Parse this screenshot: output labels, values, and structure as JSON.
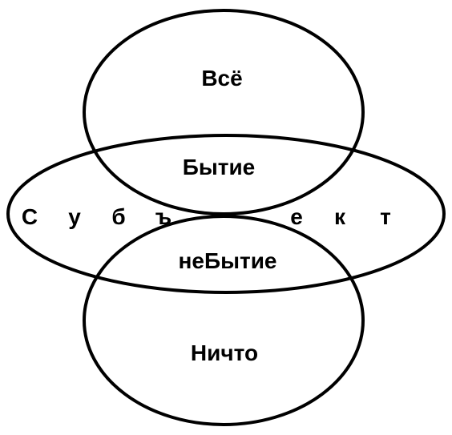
{
  "colors": {
    "stroke": "#000000",
    "background": "#ffffff"
  },
  "diagram": {
    "top_circle_label": "Всё",
    "top_intersection_label": "Бытие",
    "subject_letters": [
      "С",
      "у",
      "б",
      "ъ",
      "е",
      "к",
      "т"
    ],
    "bottom_intersection_label": "неБытие",
    "bottom_circle_label": "Ничто"
  }
}
